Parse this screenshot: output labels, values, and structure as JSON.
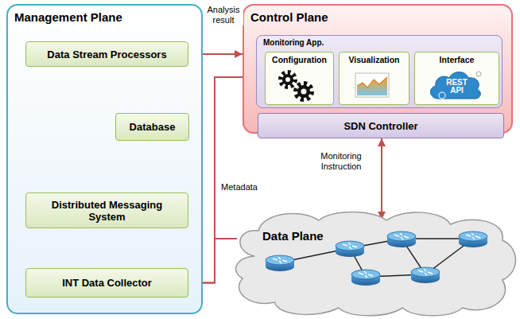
{
  "diagram": {
    "nodes": [
      {
        "text": [
          "Management Plane"
        ]
      },
      {
        "text": [
          "Data Stream Processors"
        ],
        "in": 0
      },
      {
        "text": [
          "Database"
        ],
        "in": 0
      },
      {
        "text": [
          "Distributed Messaging System"
        ],
        "in": 0
      },
      {
        "text": [
          "INT Data Collector"
        ],
        "in": 0
      },
      {
        "text": [
          "Control Plane"
        ]
      },
      {
        "text": [
          "Monitoring App."
        ],
        "in": 5
      },
      {
        "text": [
          "Configuration"
        ],
        "in": 6
      },
      {
        "text": [
          "Visualization"
        ],
        "in": 6
      },
      {
        "text": [
          "Interface",
          "REST API"
        ],
        "in": 6
      },
      {
        "text": [
          "SDN Controller"
        ],
        "in": 5
      },
      {
        "text": [
          "Data Plane"
        ]
      }
    ],
    "edges": [
      {
        "from": 4,
        "to": 3,
        "arrow": "to"
      },
      {
        "from": 3,
        "to": 2,
        "arrow": "to"
      },
      {
        "from": 3,
        "to": 1,
        "arrow": "to"
      },
      {
        "from": 2,
        "to": 1,
        "arrow": "to"
      },
      {
        "from": 1,
        "to": 5,
        "label": "Analysis result",
        "arrow": "to"
      },
      {
        "from": 5,
        "to": 4,
        "arrow": "to"
      },
      {
        "from": 11,
        "to": 4,
        "label": "Metadata",
        "arrow": "to"
      },
      {
        "from": 10,
        "to": 11,
        "label": "Monitoring Instruction",
        "arrow": "both"
      }
    ]
  }
}
